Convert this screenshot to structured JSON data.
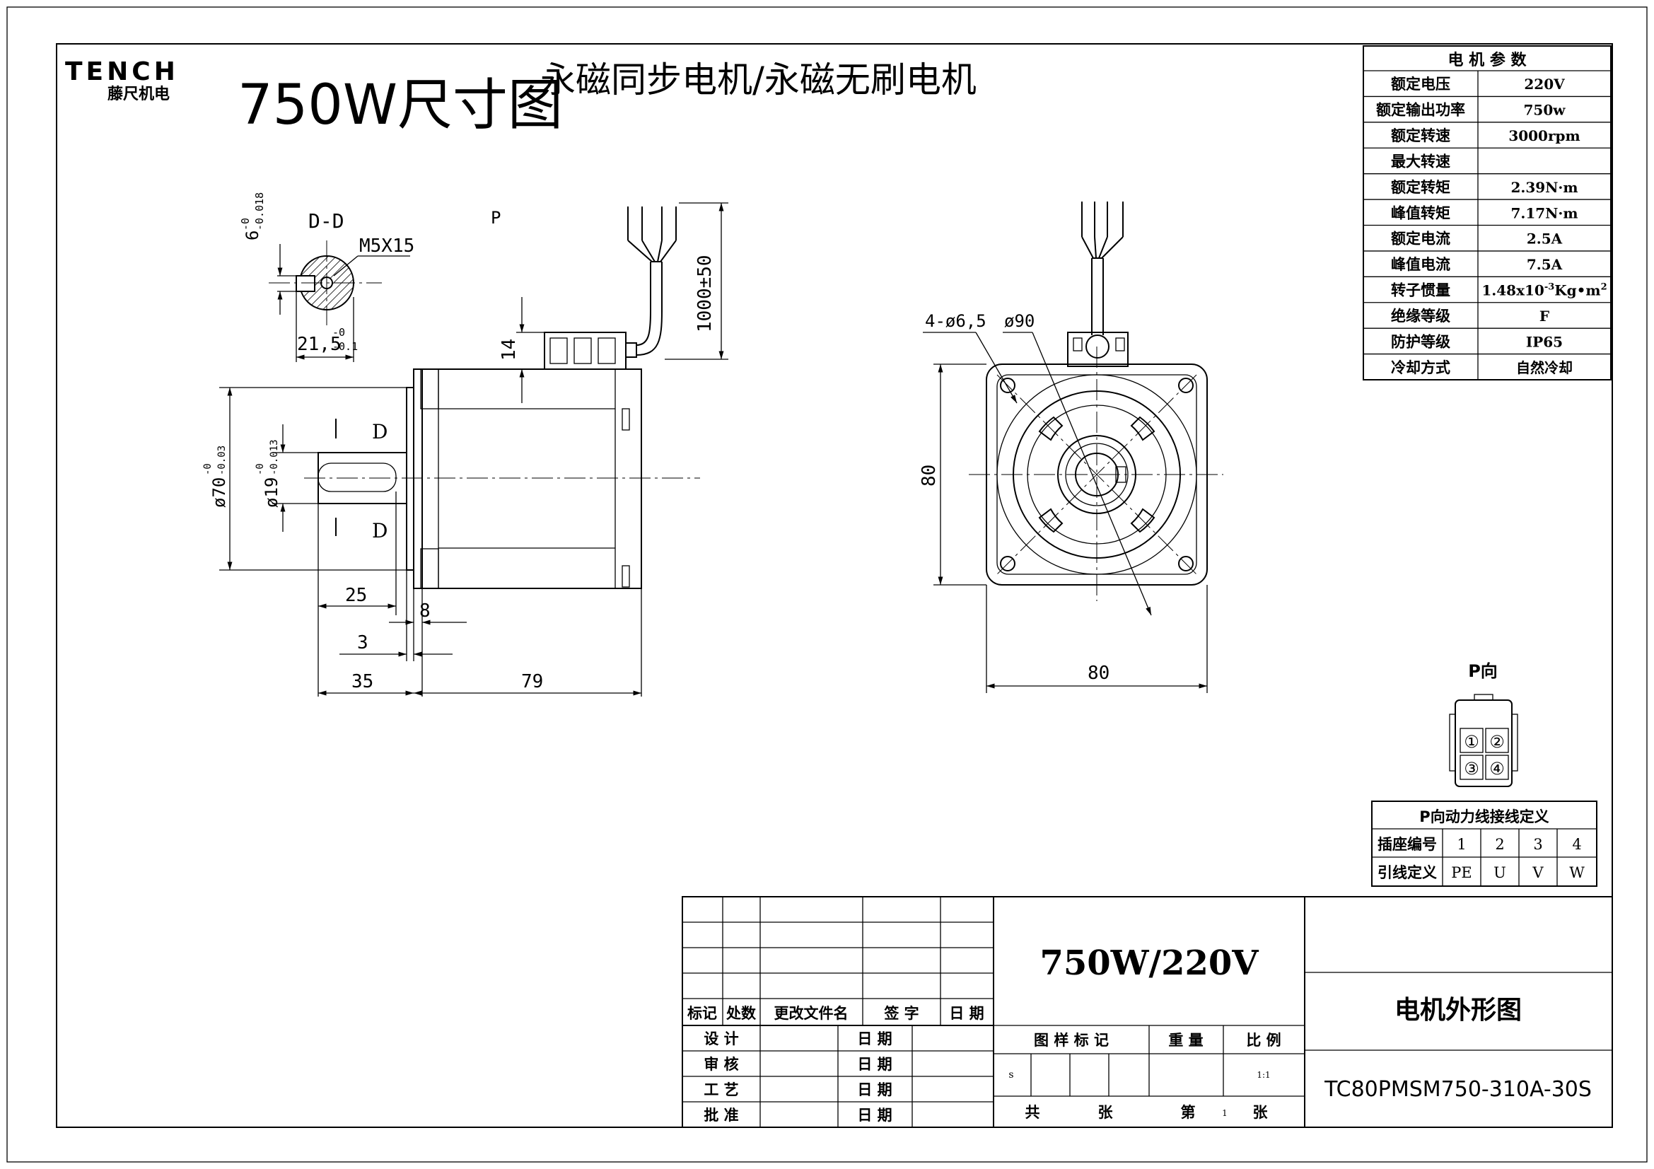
{
  "header": {
    "logo_text": "TENCH",
    "logo_subtext": "藤尺机电",
    "size_title": "750W尺寸图",
    "product_title": "永磁同步电机/永磁无刷电机",
    "size_title_color": "#e8141a"
  },
  "side_view": {
    "section_label": "D-D",
    "p_label": "P",
    "thread": "M5X15",
    "key_width": "6",
    "key_width_tol_upper": "-0",
    "key_width_tol_lower": "-0.018",
    "key_depth": "21,5",
    "key_depth_tol_upper": "-0",
    "key_depth_tol_lower": "-0.1",
    "cable_length": "1000±50",
    "connector_height": "14",
    "flange_dia": "ø70",
    "flange_tol_upper": "-0",
    "flange_tol_lower": "-0.03",
    "shaft_dia": "ø19",
    "shaft_tol_upper": "-0",
    "shaft_tol_lower": "-0.013",
    "section_mark": "D",
    "key_length": "25",
    "flange_thickness": "8",
    "spigot": "3",
    "shaft_length": "35",
    "body_length": "79"
  },
  "front_view": {
    "holes": "4-ø6,5",
    "pcd": "ø90",
    "height": "80",
    "width": "80"
  },
  "params_table": {
    "title": "电 机 参 数",
    "rows": [
      {
        "label": "额定电压",
        "value": "220V"
      },
      {
        "label": "额定输出功率",
        "value": "750w"
      },
      {
        "label": "额定转速",
        "value": "3000rpm"
      },
      {
        "label": "最大转速",
        "value": ""
      },
      {
        "label": "额定转矩",
        "value": "2.39N·m"
      },
      {
        "label": "峰值转矩",
        "value": "7.17N·m"
      },
      {
        "label": "额定电流",
        "value": "2.5A"
      },
      {
        "label": "峰值电流",
        "value": "7.5A"
      },
      {
        "label": "转子惯量",
        "value": "1.48x10",
        "sup": "-3",
        "unit": "Kg•m",
        "unit_sup": "2"
      },
      {
        "label": "绝缘等级",
        "value": "F"
      },
      {
        "label": "防护等级",
        "value": "IP65"
      },
      {
        "label": "冷却方式",
        "value": "自然冷却"
      }
    ]
  },
  "connector": {
    "title": "P向",
    "pins": [
      "①",
      "②",
      "③",
      "④"
    ]
  },
  "pin_table": {
    "title": "P向动力线接线定义",
    "row1_label": "插座编号",
    "row2_label": "引线定义",
    "numbers": [
      "1",
      "2",
      "3",
      "4"
    ],
    "defs": [
      "PE",
      "U",
      "V",
      "W"
    ]
  },
  "title_block": {
    "model_voltage": "750W/220V",
    "drawing_name": "电机外形图",
    "model_number": "TC80PMSM750-310A-30S",
    "headers": [
      "标记",
      "处数",
      "更改文件名",
      "签 字",
      "日 期"
    ],
    "rows": [
      "设 计",
      "审 核",
      "工 艺",
      "批 准"
    ],
    "date_label": "日 期",
    "mark_label": "图 样 标 记",
    "weight_label": "重 量",
    "scale_label": "比 例",
    "mark_s": "s",
    "scale_value": "1:1",
    "total_label": "共",
    "sheets_label": "张",
    "sheet_label": "第",
    "sheet_number": "1",
    "sheet_of_label": "张"
  }
}
